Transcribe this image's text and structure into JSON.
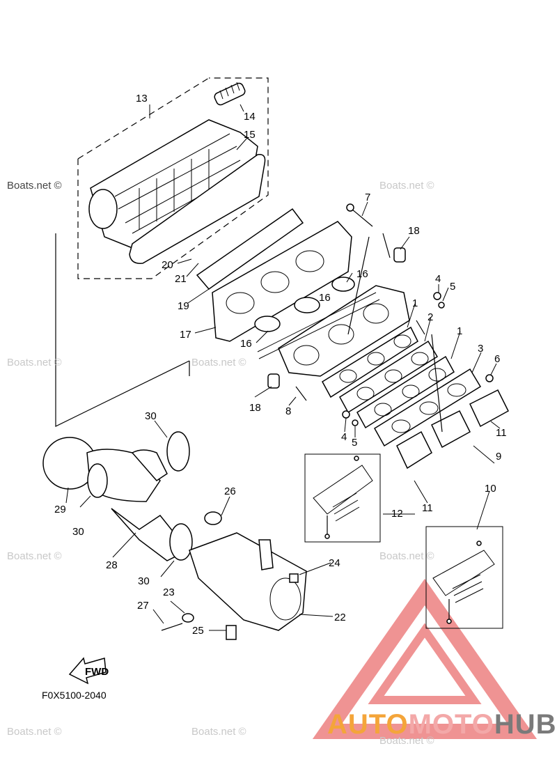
{
  "diagram": {
    "watermark_text": "Boats.net ©",
    "figure_code": "F0X5100-2040",
    "fwd_label": "FWD",
    "brand": {
      "part1": "AUTO",
      "part2": "MOTO",
      "part3": "HUB"
    },
    "colors": {
      "brand_orange": "#f4a53a",
      "brand_pink": "#f3a8a8",
      "brand_gray": "#7a7a7a",
      "logo_red": "#e23b3b"
    },
    "callouts": [
      "13",
      "14",
      "15",
      "7",
      "18",
      "20",
      "21",
      "19",
      "16",
      "16",
      "16",
      "1",
      "2",
      "1",
      "4",
      "5",
      "3",
      "6",
      "17",
      "16",
      "18",
      "8",
      "11",
      "4",
      "5",
      "9",
      "10",
      "12",
      "11",
      "30",
      "29",
      "30",
      "26",
      "28",
      "24",
      "30",
      "23",
      "27",
      "25",
      "22"
    ]
  }
}
